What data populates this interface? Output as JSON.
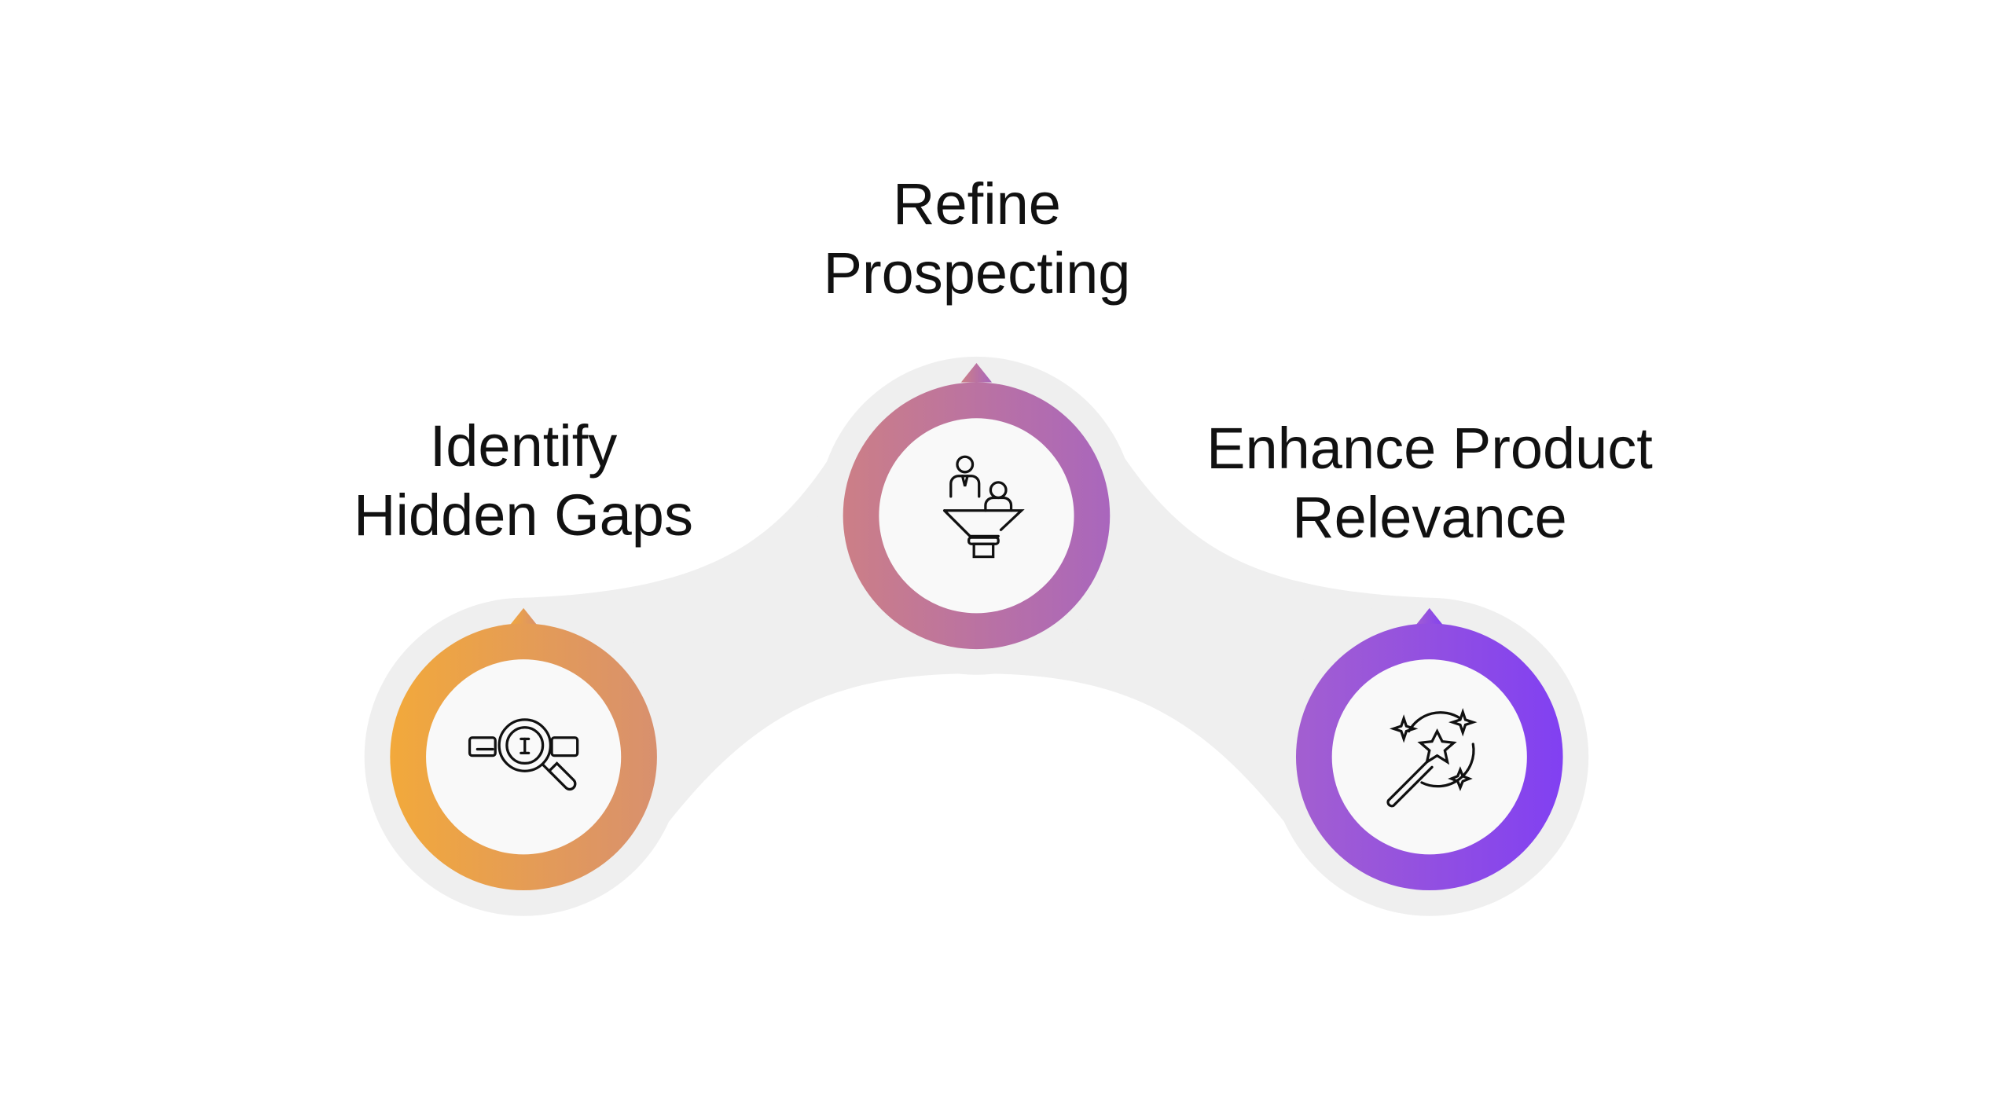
{
  "steps": [
    {
      "title_line1": "Identify",
      "title_line2": "Hidden Gaps",
      "icon": "magnifier-scan-icon",
      "gradient": [
        "#f2a93b",
        "#d8906e"
      ]
    },
    {
      "title_line1": "Refine",
      "title_line2": "Prospecting",
      "icon": "people-funnel-icon",
      "gradient": [
        "#cc7f86",
        "#a966bd"
      ]
    },
    {
      "title_line1": "Enhance Product",
      "title_line2": "Relevance",
      "icon": "magic-wand-icon",
      "gradient": [
        "#a35fd0",
        "#8140f2"
      ]
    }
  ],
  "colors": {
    "band": "#efefef",
    "inner": "#f9f9f9",
    "icon_stroke": "#111111"
  }
}
